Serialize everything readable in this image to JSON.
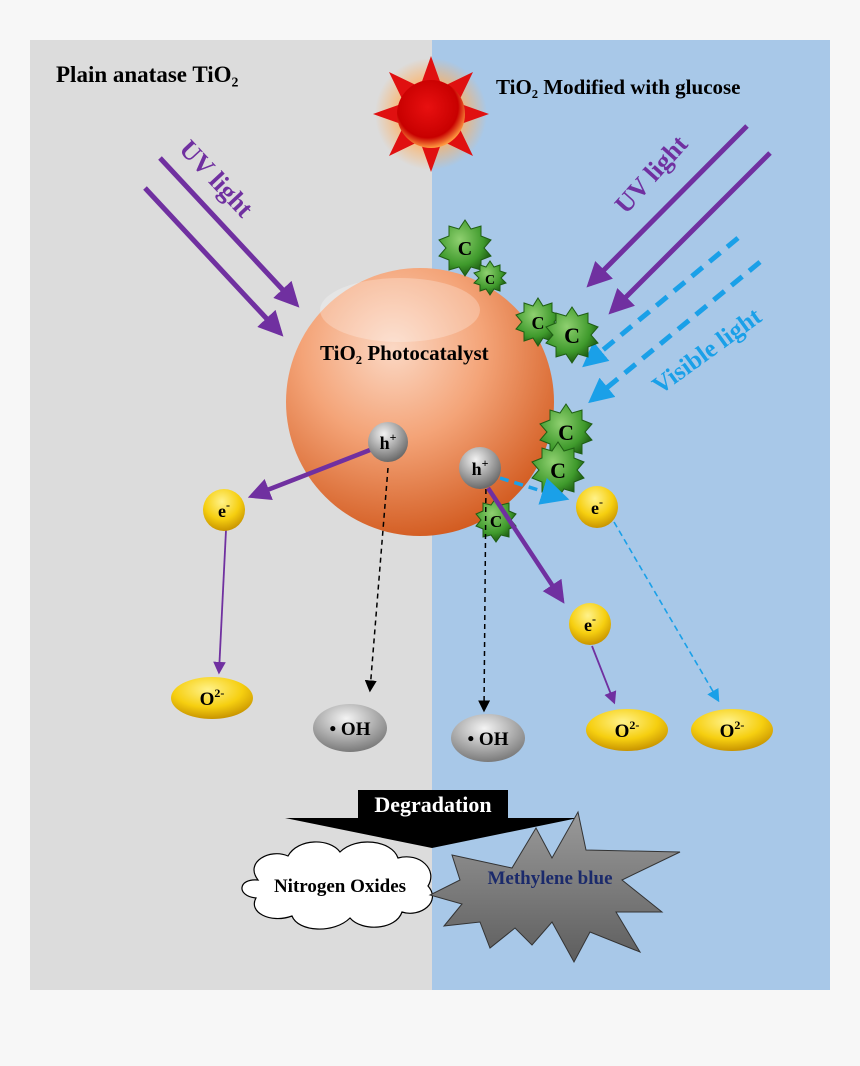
{
  "panels": {
    "left_title": "Plain anatase TiO₂",
    "right_title": "TiO₂ Modified with glucose"
  },
  "light": {
    "uv_left": "UV light",
    "uv_right": "UV light",
    "visible": "Visible light"
  },
  "catalyst": {
    "label": "TiO₂ Photocatalyst"
  },
  "species": {
    "carbon": "C",
    "hole_base": "h",
    "hole_sup": "+",
    "electron_base": "e",
    "electron_sup": "-",
    "oxygen_base": "O",
    "oxygen_sup": "2-",
    "hydroxyl": "• OH"
  },
  "degradation": {
    "label": "Degradation",
    "nitrogen_oxides": "Nitrogen Oxides",
    "methylene_blue": "Methylene blue"
  },
  "colors": {
    "left_panel": "#dcdcdc",
    "right_panel": "#a8c8e8",
    "uv_arrow": "#7030a0",
    "visible_arrow": "#1aa0e8",
    "carbon_green": "#3a8f2a",
    "electron_yellow": "#f2c200",
    "sun_red": "#d40000"
  }
}
